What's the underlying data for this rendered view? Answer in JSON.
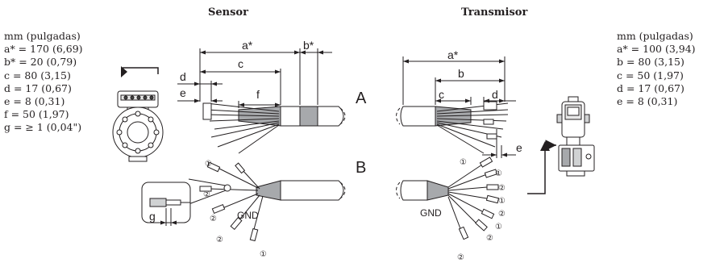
{
  "headings": {
    "sensor": "Sensor",
    "transmitter": "Transmisor"
  },
  "sensor_dims": {
    "unit": "mm (pulgadas)",
    "lines": [
      "a* = 170 (6,69)",
      "b* = 20 (0,79)",
      "c = 80 (3,15)",
      "d = 17 (0,67)",
      "e = 8 (0,31)",
      "f = 50 (1,97)",
      "g = ≥ 1 (0,04\")"
    ]
  },
  "transmitter_dims": {
    "unit": "mm (pulgadas)",
    "lines": [
      "a* = 100 (3,94)",
      "b = 80 (3,15)",
      "c = 50 (1,97)",
      "d = 17 (0,67)",
      "e = 8 (0,31)"
    ]
  },
  "variants": {
    "a": "A",
    "b": "B"
  },
  "sensor_labels": {
    "a": "a*",
    "b": "b*",
    "c": "c",
    "d": "d",
    "e": "e",
    "f": "f",
    "g": "g"
  },
  "transmitter_labels": {
    "a": "a*",
    "b": "b",
    "c": "c",
    "d": "d",
    "e": "e"
  },
  "wire_markers": {
    "one": "①",
    "two": "②"
  },
  "ground_label": "GND"
}
